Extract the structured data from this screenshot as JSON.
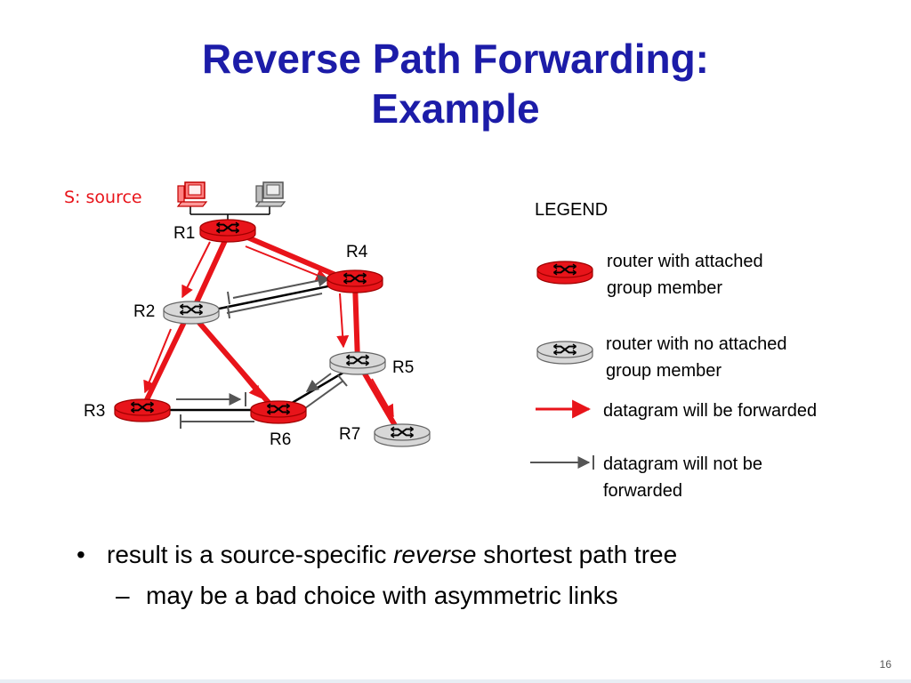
{
  "slide": {
    "title_line1": "Reverse Path Forwarding:",
    "title_line2": "Example",
    "page_number": "16"
  },
  "diagram": {
    "source_label": "S: source",
    "routers": [
      {
        "id": "R1",
        "label": "R1",
        "group_member": true
      },
      {
        "id": "R2",
        "label": "R2",
        "group_member": false
      },
      {
        "id": "R3",
        "label": "R3",
        "group_member": true
      },
      {
        "id": "R4",
        "label": "R4",
        "group_member": true
      },
      {
        "id": "R5",
        "label": "R5",
        "group_member": false
      },
      {
        "id": "R6",
        "label": "R6",
        "group_member": true
      },
      {
        "id": "R7",
        "label": "R7",
        "group_member": false
      }
    ],
    "links": [
      {
        "from": "R1",
        "to": "R2",
        "shortest_path": true
      },
      {
        "from": "R1",
        "to": "R4",
        "shortest_path": true
      },
      {
        "from": "R2",
        "to": "R3",
        "shortest_path": true
      },
      {
        "from": "R2",
        "to": "R6",
        "shortest_path": true
      },
      {
        "from": "R4",
        "to": "R5",
        "shortest_path": true
      },
      {
        "from": "R5",
        "to": "R7",
        "shortest_path": true
      },
      {
        "from": "R2",
        "to": "R4",
        "shortest_path": false
      },
      {
        "from": "R3",
        "to": "R6",
        "shortest_path": false
      },
      {
        "from": "R5",
        "to": "R6",
        "shortest_path": false
      }
    ],
    "colors": {
      "member_router": "#e8141a",
      "non_member_router": "#d8d8d8",
      "forwarded": "#e8141a",
      "not_forwarded": "#555555",
      "title": "#1c1ca8"
    }
  },
  "legend": {
    "title": "LEGEND",
    "member_router": [
      "router with attached",
      "group member"
    ],
    "non_member_router": [
      "router with no attached",
      "group member"
    ],
    "forwarded": [
      "datagram will be  forwarded"
    ],
    "not_forwarded": [
      "datagram will not be",
      "forwarded"
    ]
  },
  "bullets": {
    "item1_before": "result is a source-specific ",
    "item1_emph": "reverse",
    "item1_after": " shortest path tree",
    "item2": "may be a bad choice with asymmetric links"
  }
}
